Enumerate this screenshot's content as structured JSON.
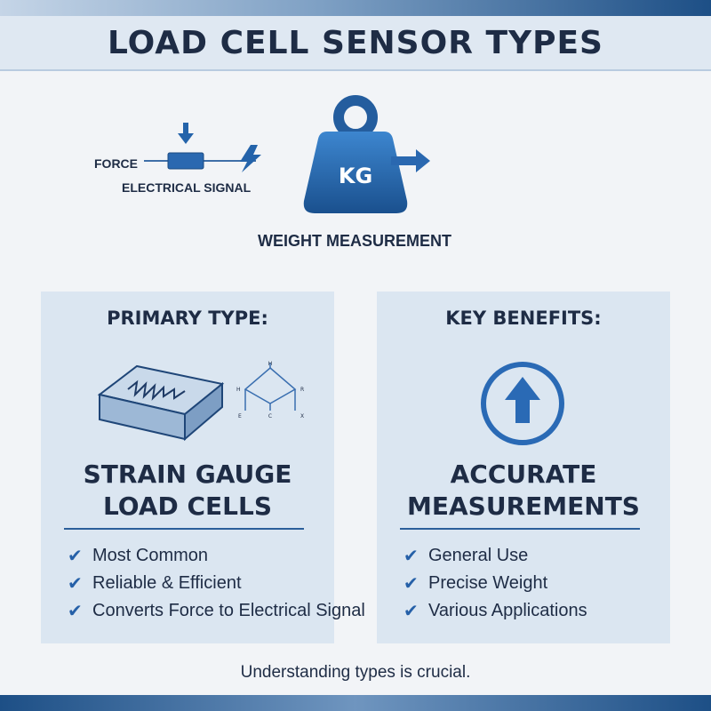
{
  "header": {
    "title": "LOAD CELL SENSOR TYPES"
  },
  "diagram": {
    "force_label": "FORCE",
    "signal_label": "ELECTRICAL SIGNAL",
    "weight_text": "KG",
    "weight_label": "WEIGHT MEASUREMENT"
  },
  "primary_panel": {
    "heading": "PRIMARY TYPE:",
    "title_line1": "STRAIN GAUGE",
    "title_line2": "LOAD CELLS",
    "bridge_labels": {
      "top": "H",
      "left": "H",
      "right": "R",
      "bottom": "C",
      "bottom_left": "E",
      "bottom_right": "X"
    },
    "bullets": [
      "Most Common",
      "Reliable & Efficient",
      "Converts Force to Electrical Signal"
    ]
  },
  "benefits_panel": {
    "heading": "KEY BENEFITS:",
    "title_line1": "ACCURATE",
    "title_line2": "MEASUREMENTS",
    "bullets": [
      "General Use",
      "Precise Weight",
      "Various Applications"
    ]
  },
  "footer": {
    "text": "Understanding types is crucial."
  },
  "colors": {
    "accent": "#2463aa",
    "panel": "#dbe6f1",
    "text": "#1e2c45"
  },
  "icons": [
    "down-arrow-icon",
    "lightning-icon",
    "kg-weight-icon",
    "right-arrow-icon",
    "strain-gauge-block-icon",
    "wheatstone-bridge-icon",
    "up-arrow-circle-icon",
    "check-icon"
  ]
}
